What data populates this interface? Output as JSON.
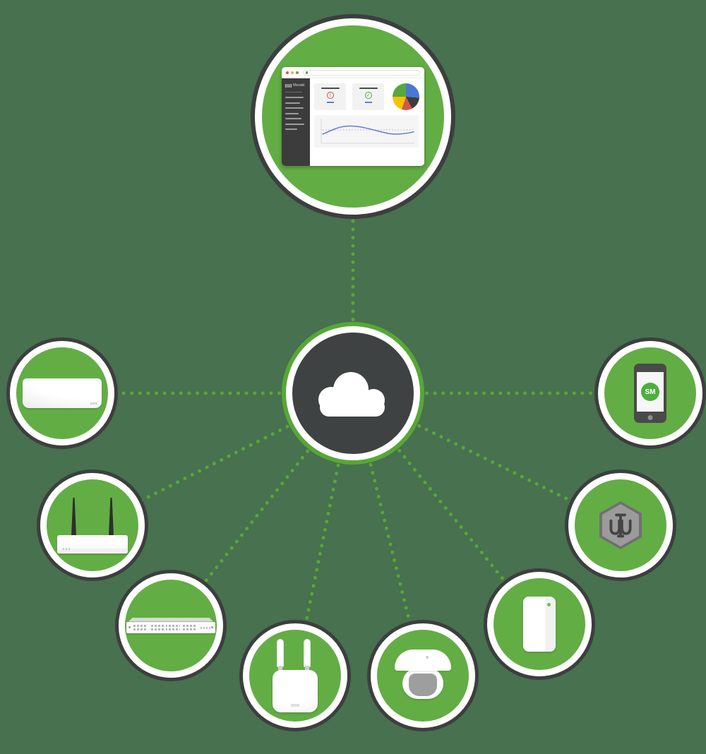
{
  "diagram": {
    "name": "Meraki cloud architecture",
    "background_color": "#47714F",
    "connector_color": "#57A736",
    "node_green": "#63AD45",
    "ring_dark": "#3D3E3E",
    "ring_white": "#FFFFFF",
    "cloud_face": "#3E4242"
  },
  "dashboard": {
    "brand": "Meraki",
    "logo": "cisco-bars-icon",
    "window_controls": [
      "#DD5145",
      "#F0B12F",
      "#57A64A"
    ],
    "cards": [
      {
        "name": "alert-status-card",
        "glyph": "!",
        "color": "#C0564F"
      },
      {
        "name": "ok-status-card",
        "glyph": "✓",
        "color": "#57A64A"
      }
    ],
    "pie": {
      "slices": [
        {
          "label": "blue",
          "color": "#4A77D4",
          "deg": 95
        },
        {
          "label": "dark-gray",
          "color": "#3D3D3D",
          "deg": 57
        },
        {
          "label": "red",
          "color": "#D9534F",
          "deg": 46
        },
        {
          "label": "yellow",
          "color": "#F5C400",
          "deg": 72
        },
        {
          "label": "green",
          "color": "#55A83E",
          "deg": 90
        }
      ]
    },
    "line_chart": {
      "line_color": "#5B7FD8",
      "baseline_style": "dotted"
    }
  },
  "nodes": [
    {
      "id": "dashboard",
      "icon": "meraki-dashboard-browser-icon"
    },
    {
      "id": "cloud",
      "icon": "cloud-icon"
    },
    {
      "id": "indoor-access-point",
      "icon": "wireless-ap-icon"
    },
    {
      "id": "security-appliance",
      "icon": "router-antennas-icon"
    },
    {
      "id": "switch",
      "icon": "rack-switch-icon"
    },
    {
      "id": "outdoor-access-point",
      "icon": "outdoor-ap-icon"
    },
    {
      "id": "security-camera",
      "icon": "dome-camera-icon"
    },
    {
      "id": "sensor",
      "icon": "sensor-icon"
    },
    {
      "id": "systems-manager",
      "icon": "meraki-sm-hexagon-icon"
    },
    {
      "id": "mobile-device",
      "icon": "smartphone-icon"
    }
  ],
  "phone": {
    "badge": "SM"
  }
}
